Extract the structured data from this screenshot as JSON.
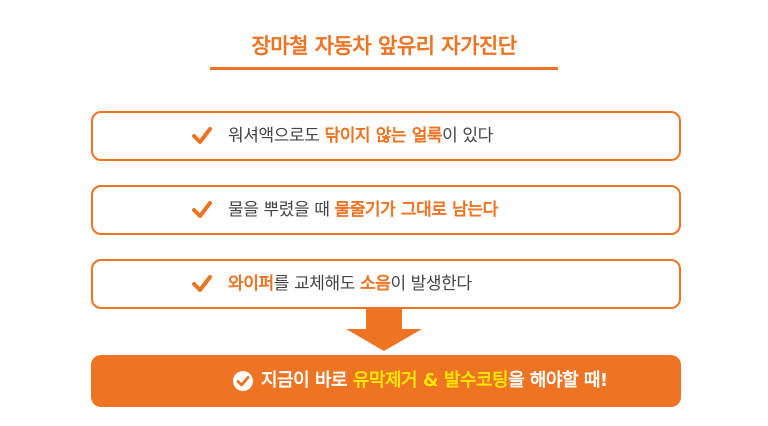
{
  "title": "장마철 자동차 앞유리 자가진단",
  "colors": {
    "accent": "#ee7322",
    "highlight": "#ffe600",
    "text": "#444444"
  },
  "checklist": [
    {
      "icon": "check-mark-icon",
      "pre": "워셔액으로도 ",
      "highlight": "닦이지 않는 얼룩",
      "post": "이 있다"
    },
    {
      "icon": "check-mark-icon",
      "pre": "물을 뿌렸을 때 ",
      "highlight": "물줄기가 그대로 남는다",
      "post": ""
    },
    {
      "icon": "check-mark-icon",
      "pre": "",
      "highlight": "와이퍼",
      "post": "를 교체해도 ",
      "highlight2": "소음",
      "post2": "이 발생한다"
    }
  ],
  "arrow_icon": "arrow-down-icon",
  "cta": {
    "icon": "check-circle-icon",
    "pre": "지금이 바로 ",
    "highlight": "유막제거 & 발수코팅",
    "post": "을 해야할 때!"
  }
}
